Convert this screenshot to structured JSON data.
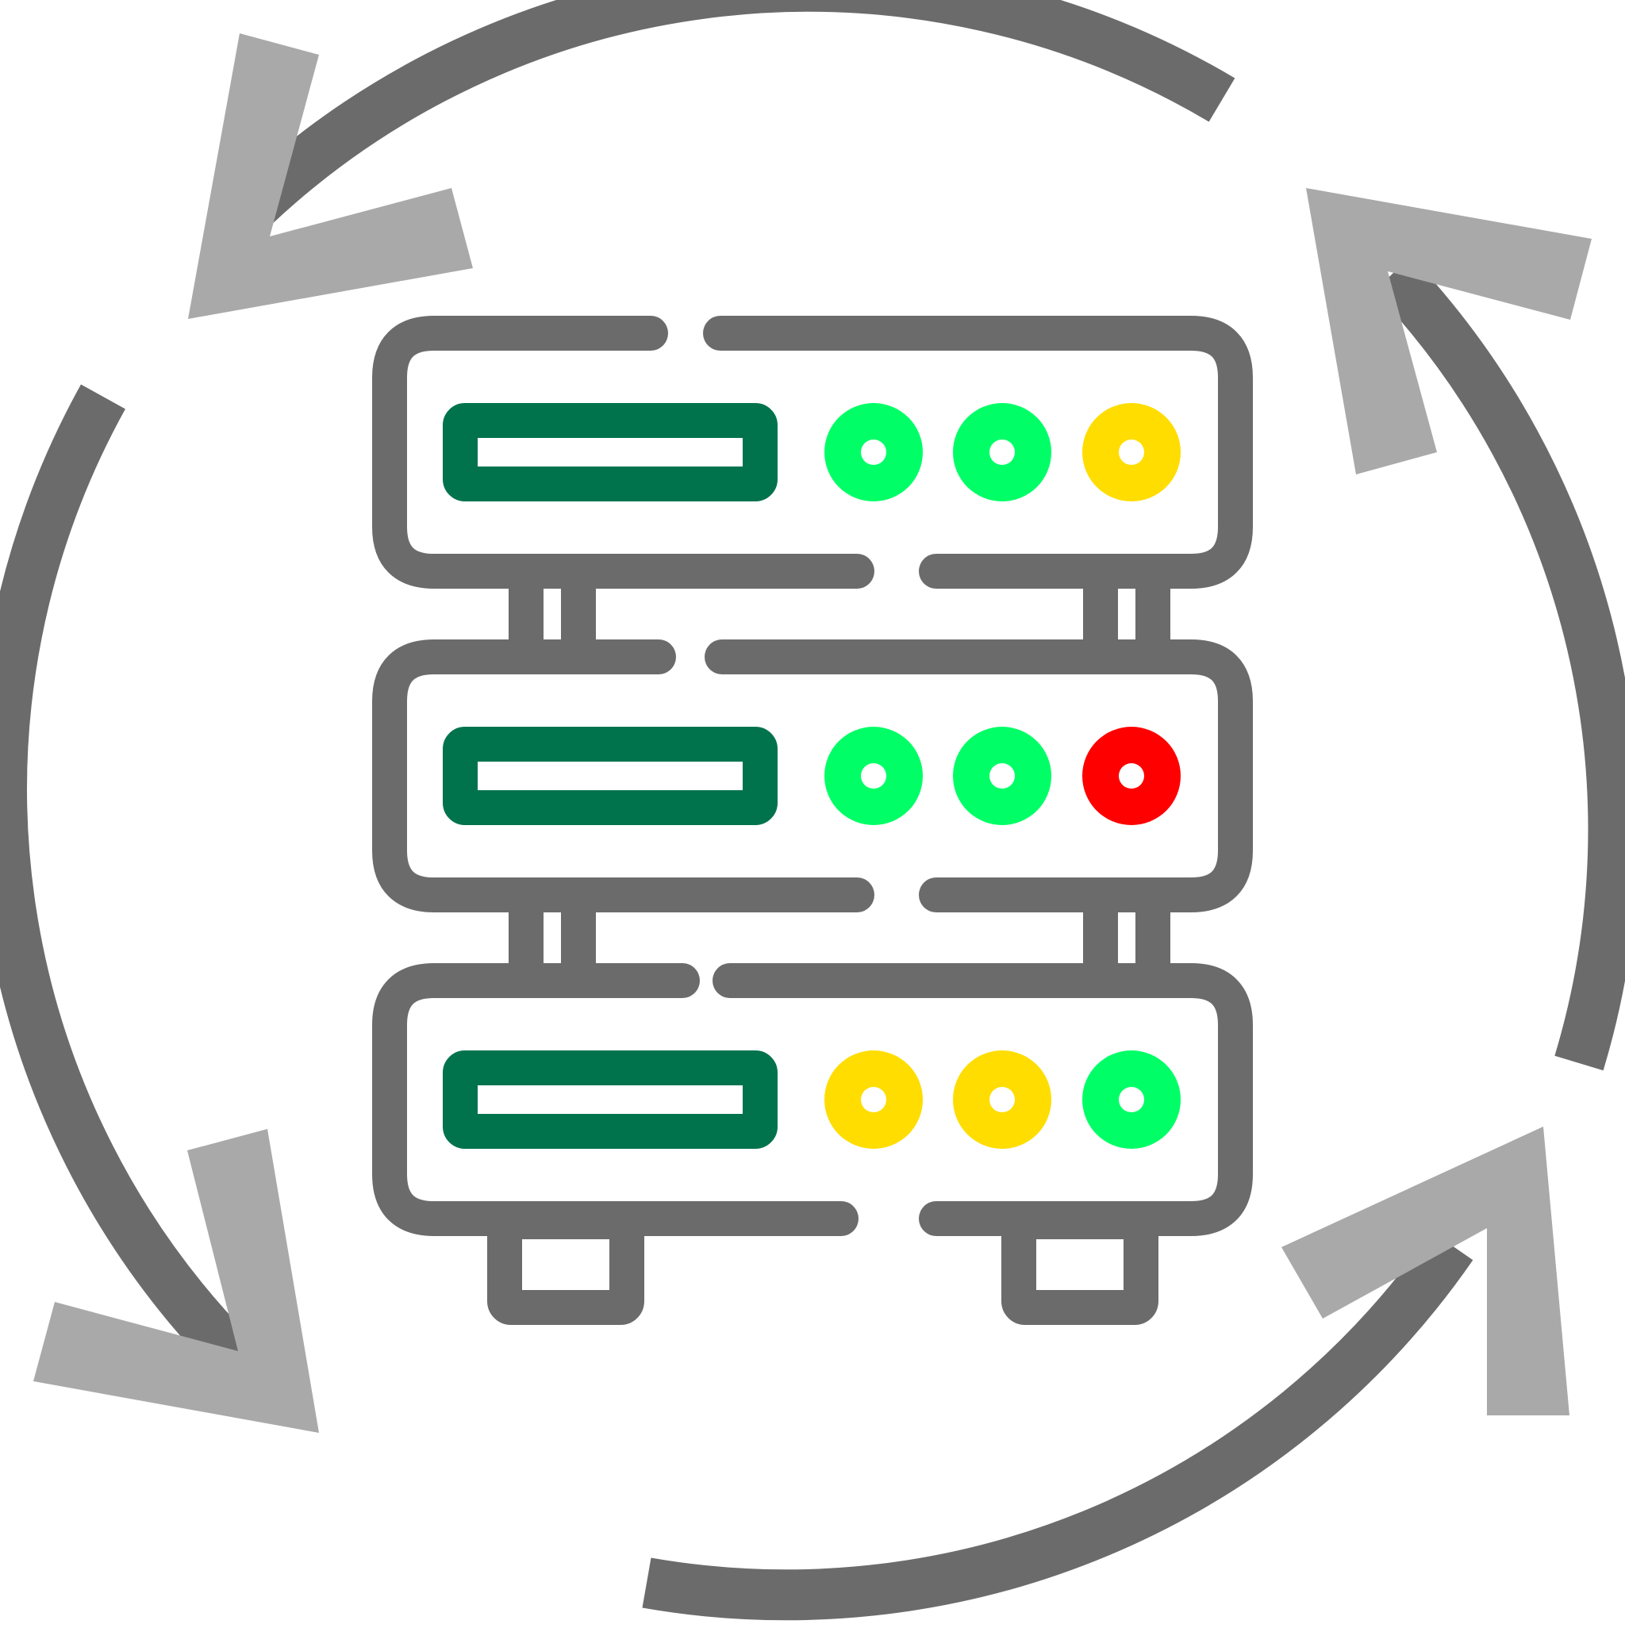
{
  "icon_name": "server-rack-sync-icon",
  "colors": {
    "background": "#ffffff",
    "arc": "#6b6b6b",
    "arrow_head": "#a9a9a9",
    "rack_outline": "#6b6b6b",
    "drive_slot": "#00734d",
    "led_green": "#00ff66",
    "led_yellow": "#ffdd00",
    "led_red": "#ff0000"
  },
  "servers": [
    {
      "name": "server-unit-top",
      "leds": [
        "green",
        "green",
        "yellow"
      ]
    },
    {
      "name": "server-unit-middle",
      "leds": [
        "green",
        "green",
        "red"
      ]
    },
    {
      "name": "server-unit-bottom",
      "leds": [
        "yellow",
        "yellow",
        "green"
      ]
    }
  ],
  "sync_arrows": [
    {
      "name": "sync-arrow-top-left"
    },
    {
      "name": "sync-arrow-top-right"
    },
    {
      "name": "sync-arrow-bottom-left"
    },
    {
      "name": "sync-arrow-bottom-right"
    }
  ]
}
